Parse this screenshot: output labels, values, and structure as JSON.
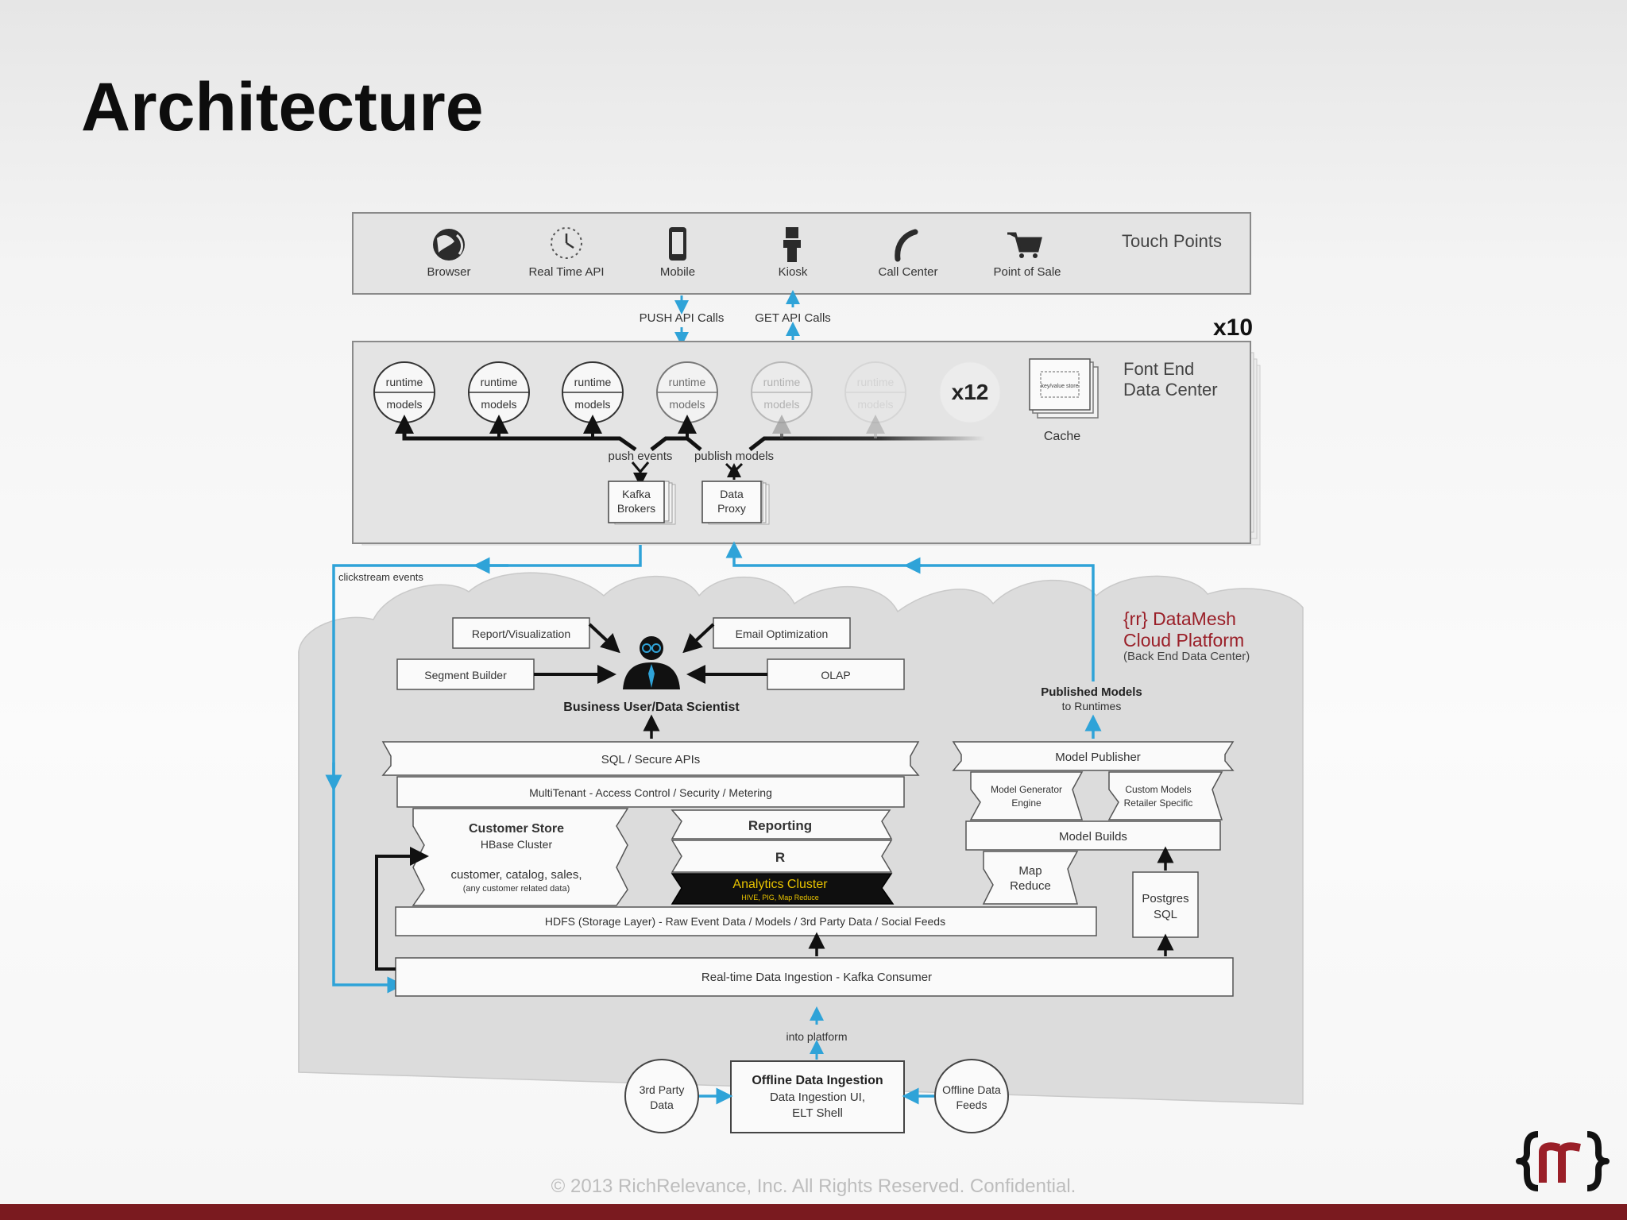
{
  "slide": {
    "title": "Architecture",
    "footer": "© 2013 RichRelevance, Inc. All Rights Reserved. Confidential.",
    "logo_text": "{rr}"
  },
  "colors": {
    "accent_blue": "#2fa3d8",
    "brand_red": "#7a1a1f",
    "analytics_text": "#e8c300",
    "box_border": "#555555",
    "panel_fill": "#e4e4e4",
    "cloud_fill": "#dcdcdc"
  },
  "touch_points": {
    "label": "Touch Points",
    "items": [
      {
        "label": "Browser",
        "icon": "globe-icon"
      },
      {
        "label": "Real Time API",
        "icon": "clock-icon"
      },
      {
        "label": "Mobile",
        "icon": "phone-icon"
      },
      {
        "label": "Kiosk",
        "icon": "kiosk-icon"
      },
      {
        "label": "Call Center",
        "icon": "telephone-icon"
      },
      {
        "label": "Point of Sale",
        "icon": "cart-icon"
      }
    ]
  },
  "api_calls": {
    "push": "PUSH API Calls",
    "get": "GET API Calls"
  },
  "front_end": {
    "multiplier": "x10",
    "label_line1": "Font End",
    "label_line2": "Data Center",
    "runtime_line1": "runtime",
    "runtime_line2": "models",
    "runtime_multiplier": "x12",
    "cache_label": "Cache",
    "cache_inner": "key/value store",
    "push_events": "push events",
    "publish_models": "publish models",
    "kafka_line1": "Kafka",
    "kafka_line2": "Brokers",
    "proxy_line1": "Data",
    "proxy_line2": "Proxy"
  },
  "clickstream": "clickstream events",
  "datamesh": {
    "line1": "{rr} DataMesh",
    "line2": "Cloud Platform",
    "line3": "(Back End Data Center)"
  },
  "bi": {
    "report": "Report/Visualization",
    "email": "Email Optimization",
    "segment": "Segment Builder",
    "olap": "OLAP",
    "user": "Business User/Data Scientist"
  },
  "stack": {
    "sql": "SQL / Secure APIs",
    "multitenant": "MultiTenant - Access Control / Security / Metering",
    "customer_store": "Customer Store",
    "hbase": "HBase Cluster",
    "customer_data1": "customer, catalog, sales,",
    "customer_data2": "(any customer related data)",
    "reporting": "Reporting",
    "r": "R",
    "analytics": "Analytics Cluster",
    "analytics_sub": "HIVE, PIG, Map Reduce",
    "hdfs": "HDFS (Storage Layer) - Raw Event Data / Models / 3rd Party Data / Social Feeds",
    "ingestion": "Real-time Data Ingestion - Kafka Consumer"
  },
  "models": {
    "published1": "Published Models",
    "published2": "to Runtimes",
    "publisher": "Model Publisher",
    "generator1": "Model Generator",
    "generator2": "Engine",
    "custom1": "Custom Models",
    "custom2": "Retailer Specific",
    "builds": "Model Builds",
    "map1": "Map",
    "map2": "Reduce",
    "postgres1": "Postgres",
    "postgres2": "SQL"
  },
  "offline": {
    "into_platform": "into platform",
    "title": "Offline Data Ingestion",
    "ui": "Data Ingestion UI,",
    "shell": "ELT Shell",
    "third1": "3rd Party",
    "third2": "Data",
    "feeds1": "Offline Data",
    "feeds2": "Feeds"
  }
}
